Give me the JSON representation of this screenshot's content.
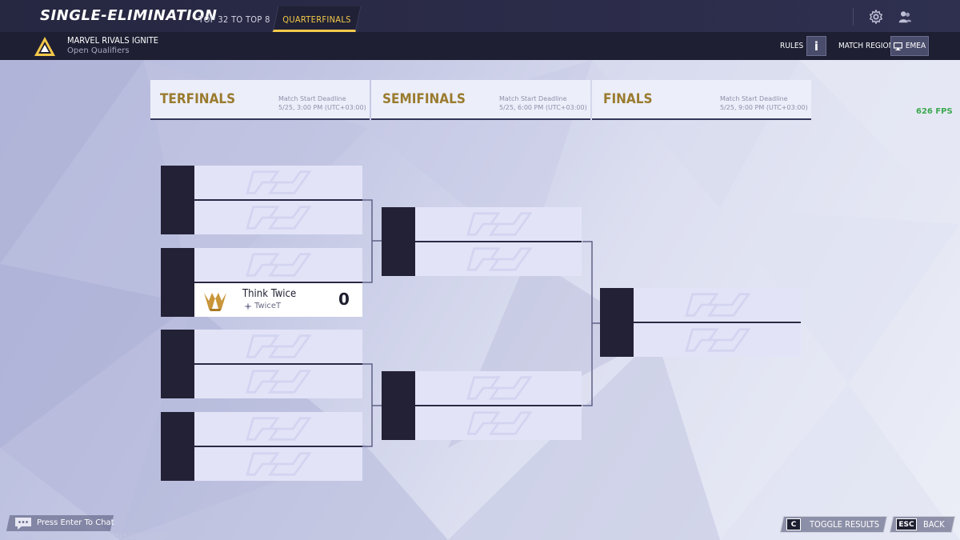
{
  "header": {
    "mode_title": "SINGLE-ELIMINATION",
    "tabs": [
      {
        "label": "TOP 32 TO TOP 8",
        "active": false
      },
      {
        "label": "QUARTERFINALS",
        "active": true
      }
    ],
    "settings_icon": "gear-icon",
    "profile_icon": "friends-icon"
  },
  "subheader": {
    "tournament_name": "MARVEL RIVALS IGNITE",
    "tournament_stage": "Open Qualifiers",
    "rules_label": "RULES",
    "rules_button": "i",
    "region_label": "MATCH REGION",
    "region_value": "EMEA"
  },
  "fps": "626 FPS",
  "rounds": [
    {
      "title": "TERFINALS",
      "deadline_label": "Match Start Deadline",
      "deadline": "5/25, 3:00 PM (UTC+03:00)"
    },
    {
      "title": "SEMIFINALS",
      "deadline_label": "Match Start Deadline",
      "deadline": "5/25, 6:00 PM (UTC+03:00)"
    },
    {
      "title": "FINALS",
      "deadline_label": "Match Start Deadline",
      "deadline": "5/25, 9:00 PM (UTC+03:00)"
    }
  ],
  "team": {
    "name": "Think Twice",
    "tag": "TwiceT",
    "score": "0"
  },
  "footer": {
    "chat": "Press Enter To Chat",
    "uid": "UID: 770287810 | 2500977 | 2605253226+0000",
    "toggle_key": "C",
    "toggle_label": "TOGGLE RESULTS",
    "back_key": "ESC",
    "back_label": "BACK"
  },
  "colors": {
    "accent": "#f4c94a",
    "round_title": "#9a7b2e",
    "seed_block": "#232136",
    "slot_empty": "#e3e3f8",
    "team_logo": "#c9963a"
  }
}
